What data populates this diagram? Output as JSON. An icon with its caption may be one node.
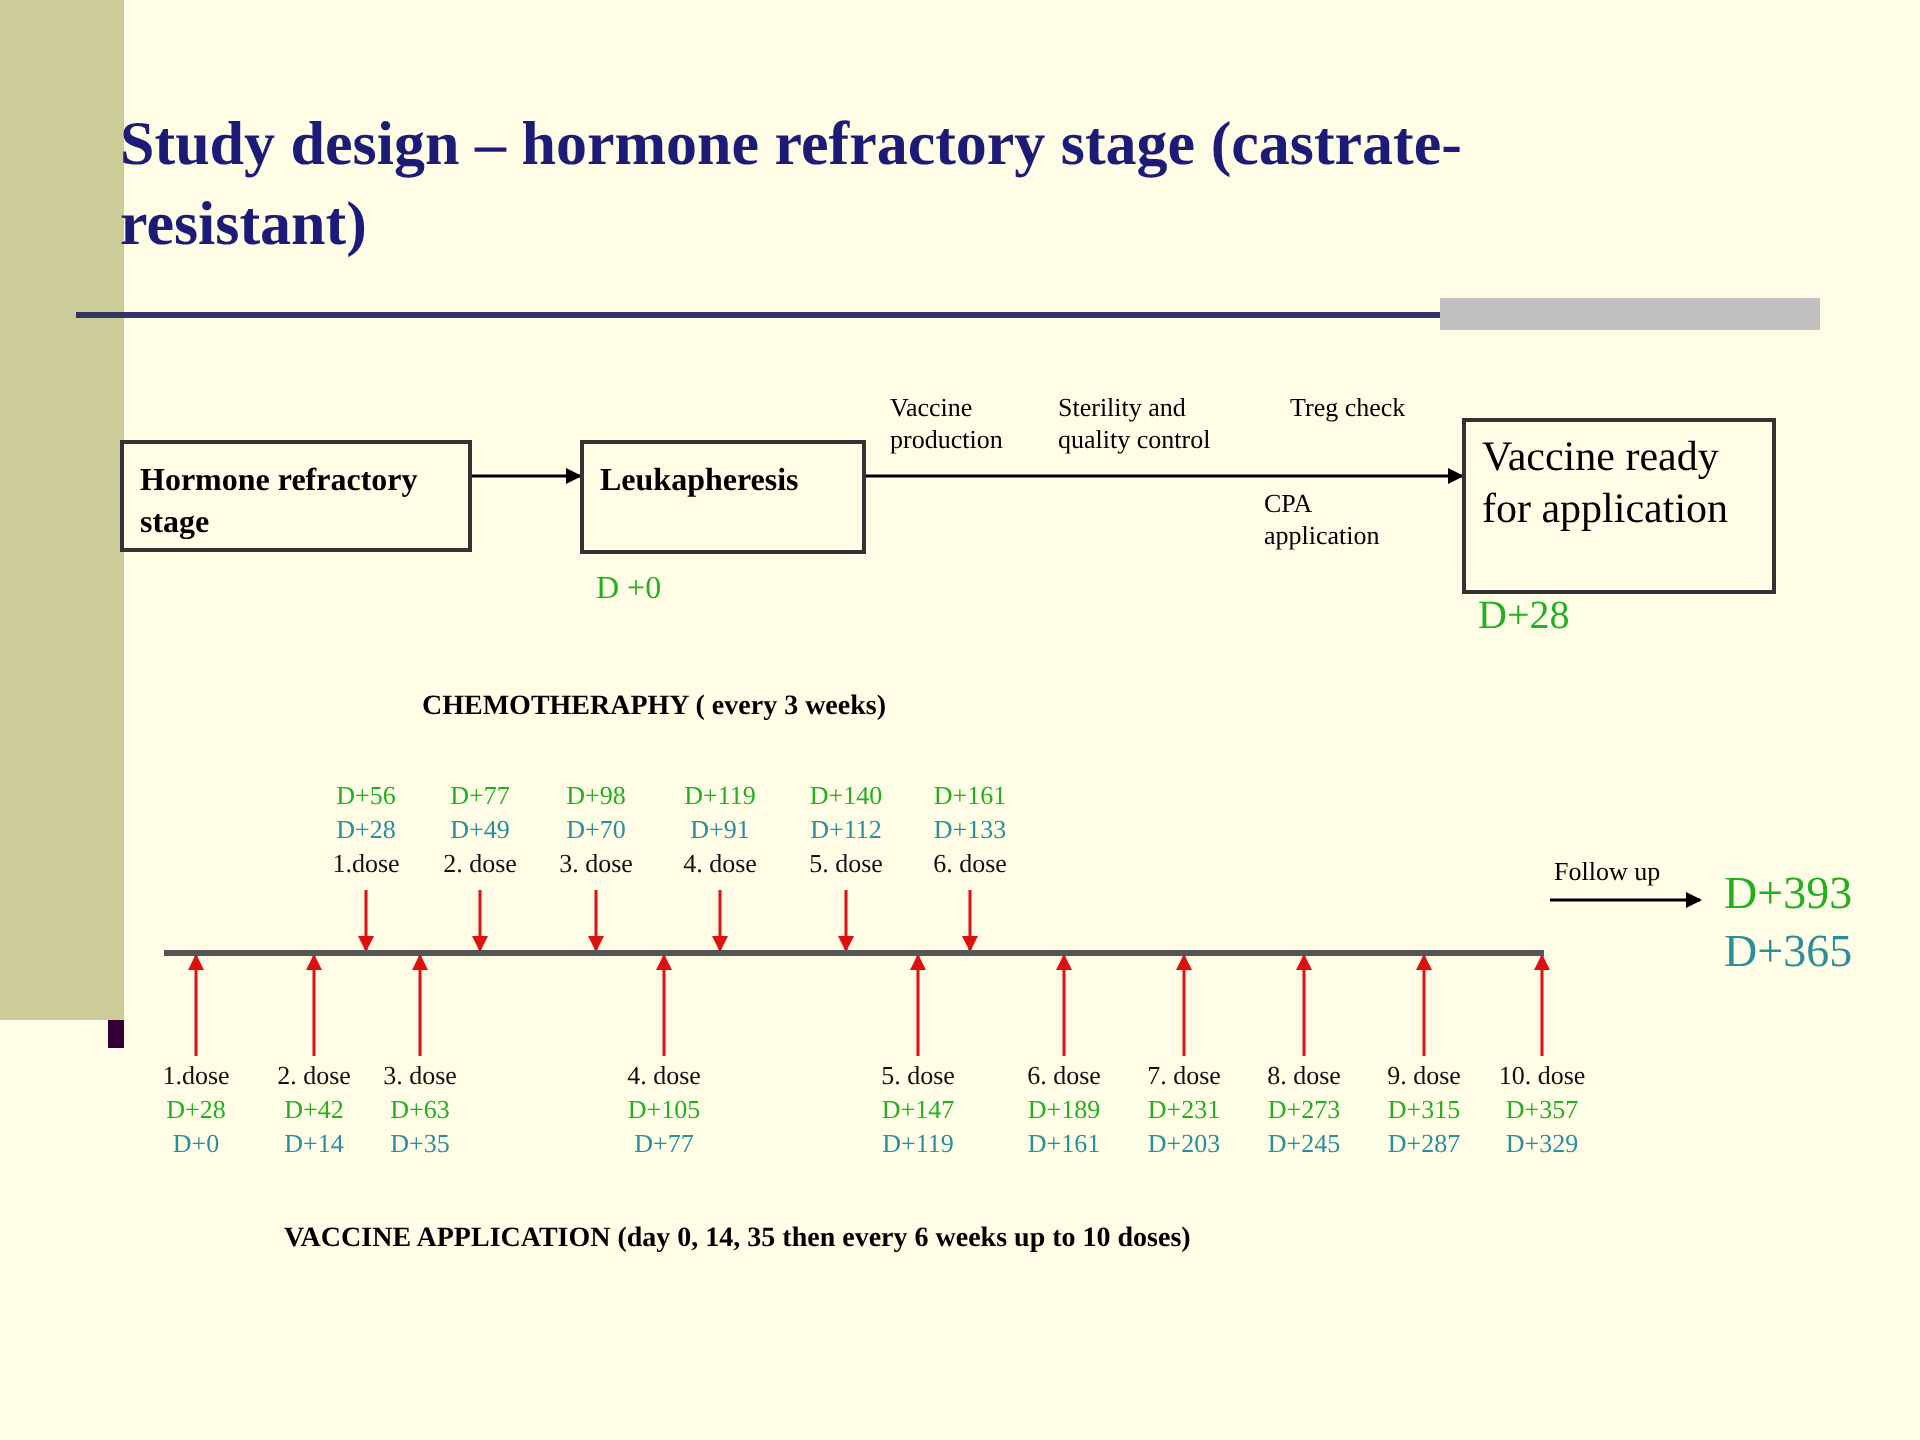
{
  "diagram": {
    "title": "Study design – hormone refractory stage (castrate-resistant)",
    "nodes": [
      {
        "text": [
          "Hormone refractory stage"
        ]
      },
      {
        "text": [
          "Leukapheresis"
        ],
        "beside": [
          "D +0"
        ]
      },
      {
        "text": [
          "Vaccine ready for application"
        ],
        "beside": [
          "D+28"
        ]
      },
      {
        "text": [],
        "shape": "bar"
      },
      {
        "text": [
          "D+56",
          "D+28",
          "1.dose"
        ]
      },
      {
        "text": [
          "D+77",
          "D+49",
          "2. dose"
        ]
      },
      {
        "text": [
          "D+98",
          "D+70",
          "3. dose"
        ]
      },
      {
        "text": [
          "D+119",
          "D+91",
          "4. dose"
        ]
      },
      {
        "text": [
          "D+140",
          "D+112",
          "5. dose"
        ]
      },
      {
        "text": [
          "D+161",
          "D+133",
          "6. dose"
        ]
      },
      {
        "text": [
          "1.dose",
          "D+28",
          "D+0"
        ]
      },
      {
        "text": [
          "2. dose",
          "D+42",
          "D+14"
        ]
      },
      {
        "text": [
          "3. dose",
          "D+63",
          "D+35"
        ]
      },
      {
        "text": [
          "4. dose",
          "D+105",
          "D+77"
        ]
      },
      {
        "text": [
          "5. dose",
          "D+147",
          "D+119"
        ]
      },
      {
        "text": [
          "6. dose",
          "D+189",
          "D+161"
        ]
      },
      {
        "text": [
          "7. dose",
          "D+231",
          "D+203"
        ]
      },
      {
        "text": [
          "8. dose",
          "D+273",
          "D+245"
        ]
      },
      {
        "text": [
          "9. dose",
          "D+315",
          "D+287"
        ]
      },
      {
        "text": [
          "10. dose",
          "D+357",
          "D+329"
        ]
      },
      {
        "text": [
          "D+393",
          "D+365"
        ]
      }
    ],
    "edges": [
      {
        "from": 0,
        "to": 1,
        "arrow": "to",
        "color": "#000000"
      },
      {
        "from": 1,
        "to": 2,
        "arrow": "to",
        "color": "#000000"
      },
      {
        "from": 4,
        "to": 3,
        "arrow": "to",
        "color": "#dd1111"
      },
      {
        "from": 5,
        "to": 3,
        "arrow": "to",
        "color": "#dd1111"
      },
      {
        "from": 6,
        "to": 3,
        "arrow": "to",
        "color": "#dd1111"
      },
      {
        "from": 7,
        "to": 3,
        "arrow": "to",
        "color": "#dd1111"
      },
      {
        "from": 8,
        "to": 3,
        "arrow": "to",
        "color": "#dd1111"
      },
      {
        "from": 9,
        "to": 3,
        "arrow": "to",
        "color": "#dd1111"
      },
      {
        "from": 10,
        "to": 3,
        "arrow": "to",
        "color": "#dd1111"
      },
      {
        "from": 11,
        "to": 3,
        "arrow": "to",
        "color": "#dd1111"
      },
      {
        "from": 12,
        "to": 3,
        "arrow": "to",
        "color": "#dd1111"
      },
      {
        "from": 13,
        "to": 3,
        "arrow": "to",
        "color": "#dd1111"
      },
      {
        "from": 14,
        "to": 3,
        "arrow": "to",
        "color": "#dd1111"
      },
      {
        "from": 15,
        "to": 3,
        "arrow": "to",
        "color": "#dd1111"
      },
      {
        "from": 16,
        "to": 3,
        "arrow": "to",
        "color": "#dd1111"
      },
      {
        "from": 17,
        "to": 3,
        "arrow": "to",
        "color": "#dd1111"
      },
      {
        "from": 18,
        "to": 3,
        "arrow": "to",
        "color": "#dd1111"
      },
      {
        "from": 19,
        "to": 3,
        "arrow": "to",
        "color": "#dd1111"
      },
      {
        "from": null,
        "to": 20,
        "arrow": "to",
        "label": "Follow up",
        "color": "#000000"
      }
    ],
    "labels": [
      "Vaccine production",
      "Sterility and quality control",
      "Treg check",
      "CPA application",
      "CHEMOTHERAPHY ( every 3 weeks)",
      "VACCINE APPLICATION (day 0, 14, 35 then every 6 weeks up to 10 doses)"
    ]
  }
}
